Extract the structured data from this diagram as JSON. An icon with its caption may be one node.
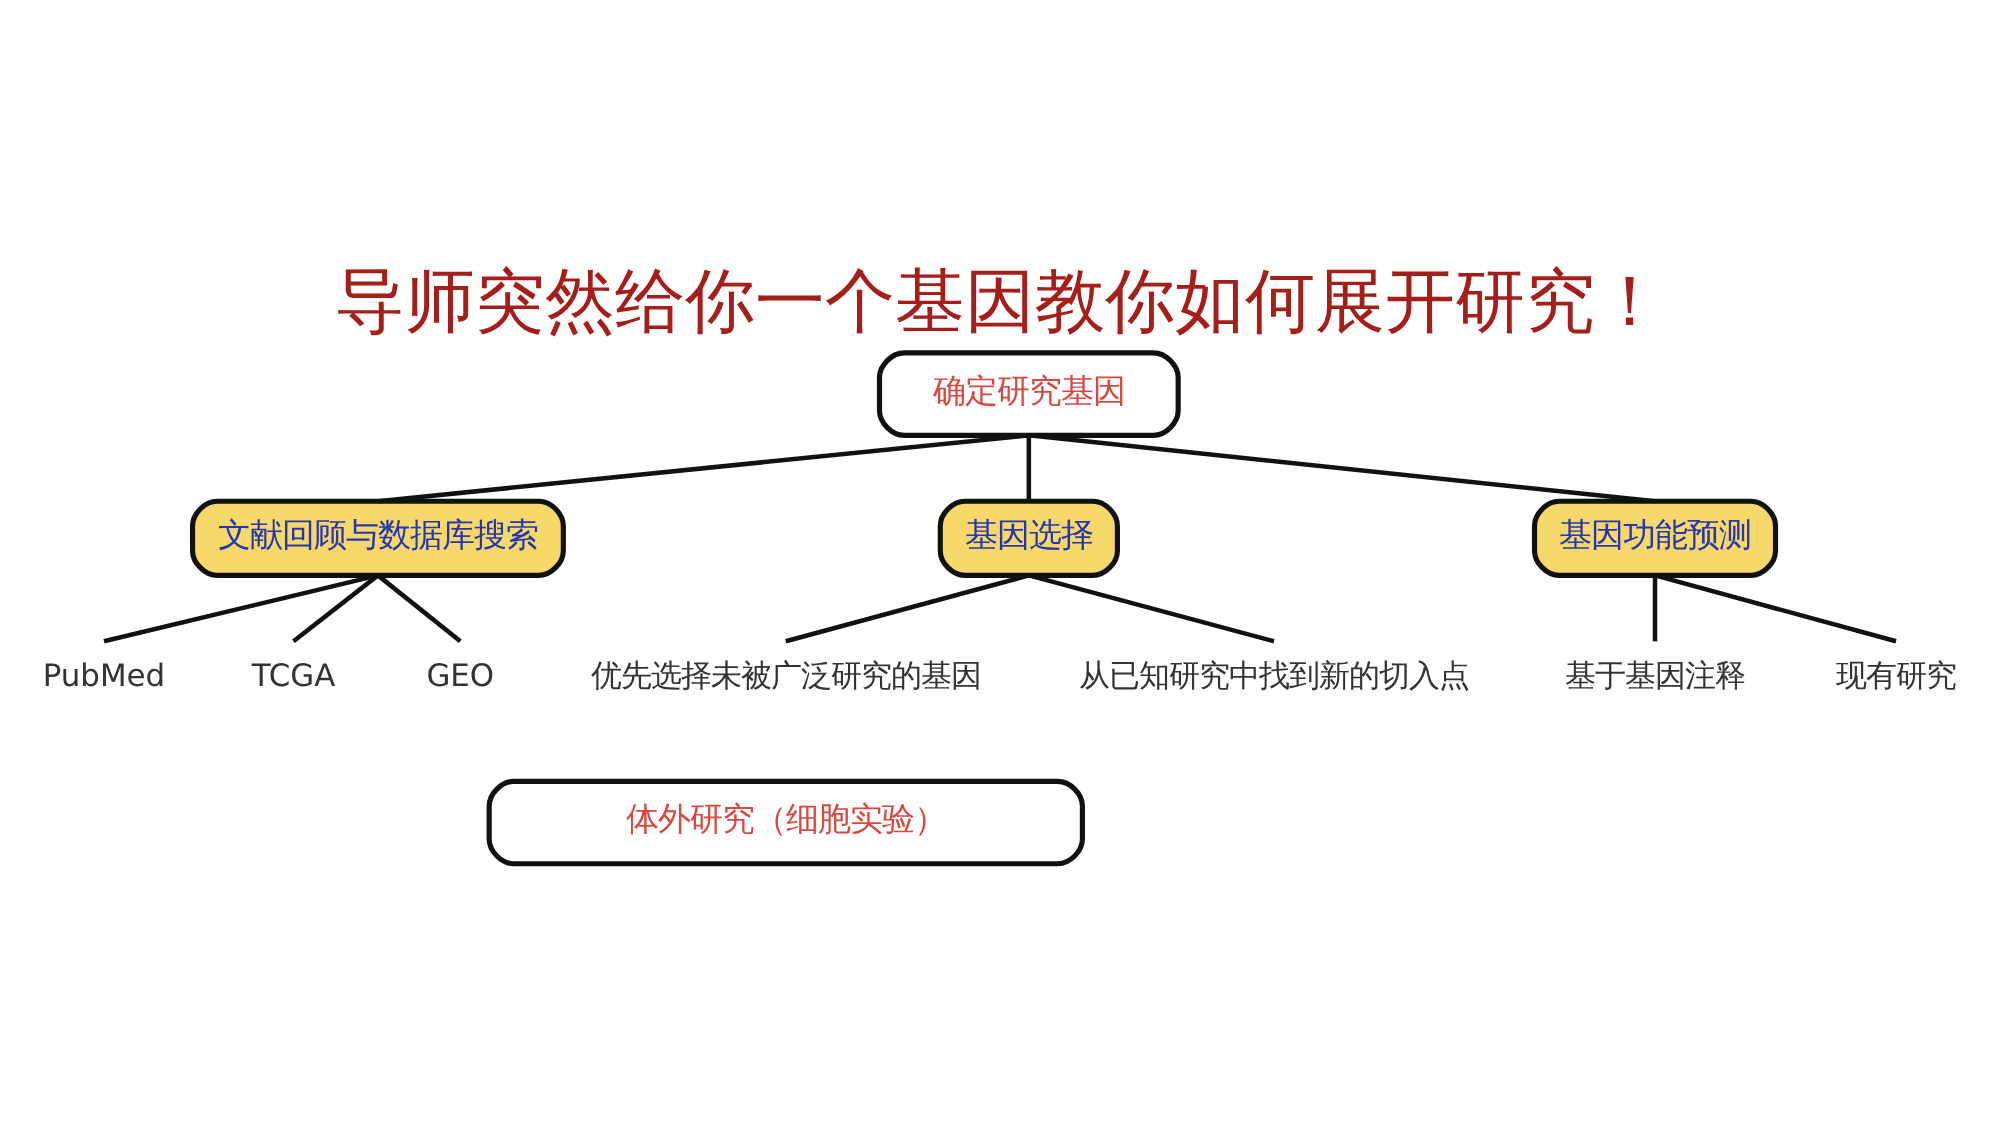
{
  "diagram": {
    "title": "导师突然给你一个基因教你如何展开研究！",
    "nodes": [
      {
        "text": [
          "确定研究基因"
        ]
      },
      {
        "text": [
          "文献回顾与数据库搜索"
        ]
      },
      {
        "text": [
          "基因选择"
        ]
      },
      {
        "text": [
          "基因功能预测"
        ]
      },
      {
        "text": [
          "PubMed"
        ]
      },
      {
        "text": [
          "TCGA"
        ]
      },
      {
        "text": [
          "GEO"
        ]
      },
      {
        "text": [
          "优先选择未被广泛研究的基因"
        ]
      },
      {
        "text": [
          "从已知研究中找到新的切入点"
        ]
      },
      {
        "text": [
          "基于基因注释"
        ]
      },
      {
        "text": [
          "现有研究"
        ]
      },
      {
        "text": [
          "体外研究（细胞实验）"
        ]
      }
    ],
    "edges": [
      {
        "from": 0,
        "to": 1,
        "arrow": "none"
      },
      {
        "from": 0,
        "to": 2,
        "arrow": "none"
      },
      {
        "from": 0,
        "to": 3,
        "arrow": "none"
      },
      {
        "from": 1,
        "to": 4,
        "arrow": "none"
      },
      {
        "from": 1,
        "to": 5,
        "arrow": "none"
      },
      {
        "from": 1,
        "to": 6,
        "arrow": "none"
      },
      {
        "from": 2,
        "to": 7,
        "arrow": "none"
      },
      {
        "from": 2,
        "to": 8,
        "arrow": "none"
      },
      {
        "from": 3,
        "to": 9,
        "arrow": "none"
      },
      {
        "from": 3,
        "to": 10,
        "arrow": "none"
      }
    ]
  }
}
